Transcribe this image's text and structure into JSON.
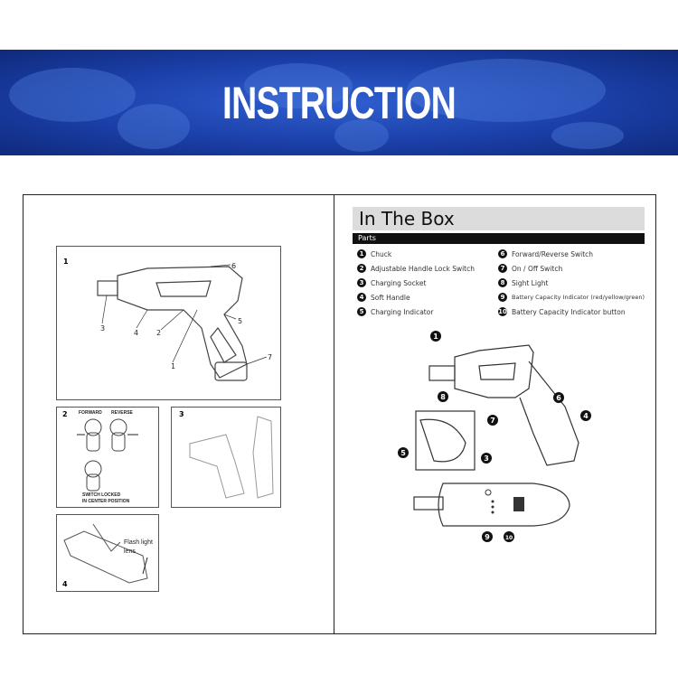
{
  "banner": {
    "title": "INSTRUCTION"
  },
  "left": {
    "panel1": {
      "number": "1",
      "callouts": [
        "1",
        "2",
        "3",
        "4",
        "5",
        "6",
        "7"
      ]
    },
    "panel2": {
      "number": "2",
      "forward": "FORWARD",
      "reverse": "REVERSE",
      "locked_line1": "SWITCH LOCKED",
      "locked_line2": "IN CENTER POSITION"
    },
    "panel3": {
      "number": "3"
    },
    "panel4": {
      "number": "4",
      "label_line1": "Flash light",
      "label_line2": "lens"
    }
  },
  "right": {
    "title": "In The Box",
    "section": "Parts",
    "parts": [
      {
        "n": "1",
        "label": "Chuck"
      },
      {
        "n": "2",
        "label": "Adjustable Handle Lock Switch"
      },
      {
        "n": "3",
        "label": "Charging Socket"
      },
      {
        "n": "4",
        "label": "Soft Handle"
      },
      {
        "n": "5",
        "label": "Charging Indicator"
      },
      {
        "n": "6",
        "label": "Forward/Reverse Switch"
      },
      {
        "n": "7",
        "label": "On / Off Switch"
      },
      {
        "n": "8",
        "label": "Sight Light"
      },
      {
        "n": "9",
        "label": "Battery Capacity Indicator (red/yellow/green)"
      },
      {
        "n": "10",
        "label": "Battery Capacity Indicator button"
      }
    ]
  }
}
